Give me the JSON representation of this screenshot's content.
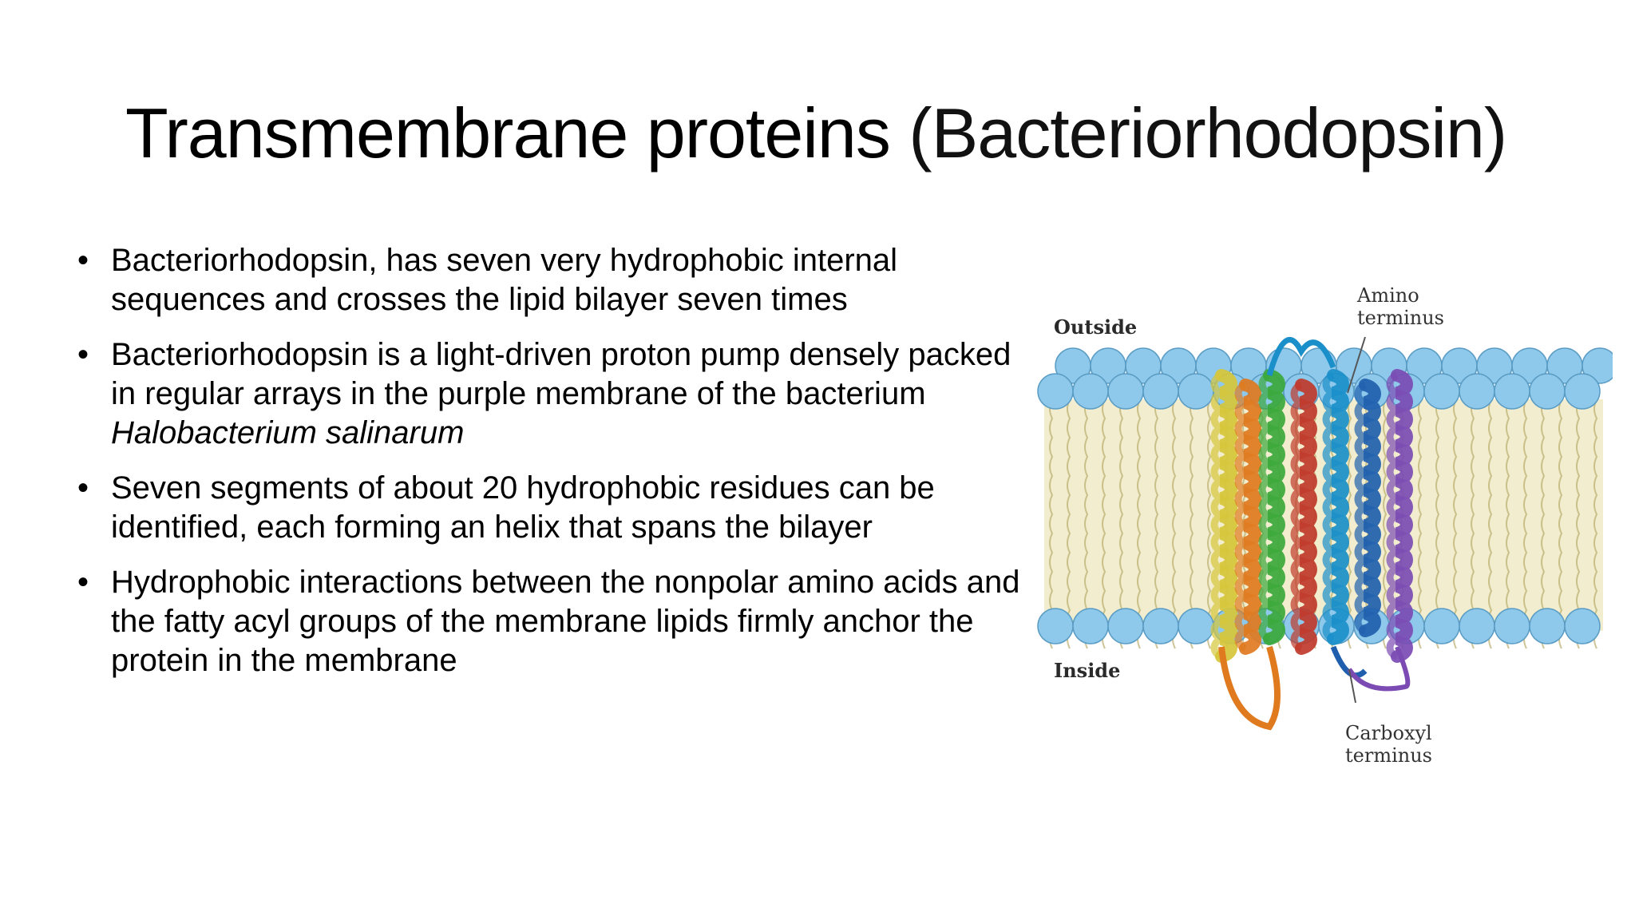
{
  "title": {
    "main": "Transmembrane proteins",
    "sub": "(Bacteriorhodopsin)"
  },
  "bullets": [
    {
      "text": "Bacteriorhodopsin, has seven very hydrophobic internal sequences and crosses the lipid bilayer seven times"
    },
    {
      "text_plain": "Bacteriorhodopsin is a light-driven proton pump densely packed in regular arrays in the purple membrane of the bacterium ",
      "text_italic": "Halobacterium salinarum"
    },
    {
      "text": "Seven segments of about 20 hydrophobic residues can be identified, each forming an  helix that spans the bilayer"
    },
    {
      "text": "Hydrophobic interactions between the nonpolar amino acids and the fatty acyl groups of the membrane lipids firmly anchor the protein in the membrane"
    }
  ],
  "bullet_glyph": "•",
  "figure": {
    "labels": {
      "outside": "Outside",
      "inside": "Inside",
      "amino_1": "Amino",
      "amino_2": "terminus",
      "carboxyl_1": "Carboxyl",
      "carboxyl_2": "terminus"
    },
    "colors": {
      "lipid_head": "#8ec8ea",
      "lipid_tail": "#e8dfa8",
      "helices": [
        "#d6c63a",
        "#e07a1f",
        "#3aa83a",
        "#c0392b",
        "#1a8fc9",
        "#1f5fae",
        "#7b4bb3"
      ]
    }
  }
}
